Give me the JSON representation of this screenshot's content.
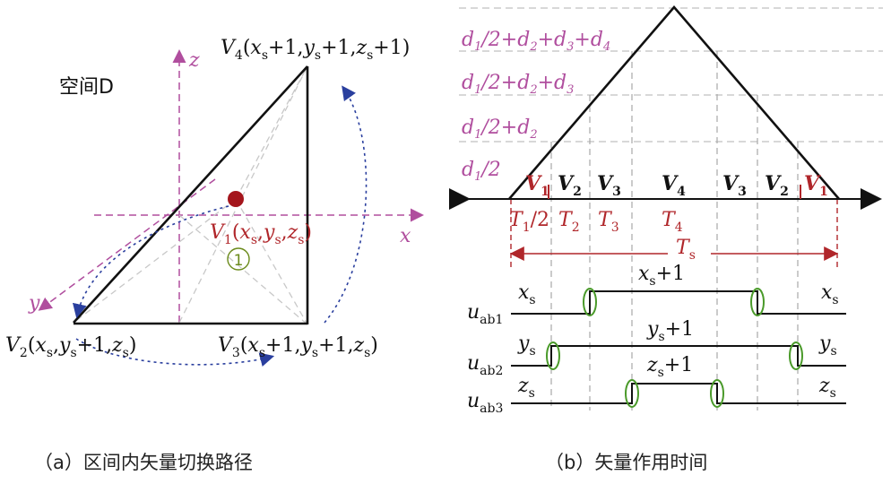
{
  "left": {
    "space_label": "空间D",
    "axes": {
      "x": "x",
      "y": "y",
      "z": "z"
    },
    "v4": "V4(xs+1,ys+1,zs+1)",
    "v1": "V1(xs,ys,zs)",
    "v2": "V2(xs,ys+1,zs)",
    "v3": "V3(xs+1,ys+1,zs)",
    "circled_one": "①",
    "caption": "（a）区间内矢量切换路径"
  },
  "right": {
    "levels": [
      "d1/2+d2+d3+d4",
      "d1/2+d2+d3",
      "d1/2+d2",
      "d1/2"
    ],
    "segments": [
      "V1",
      "V2",
      "V3",
      "V4",
      "V3",
      "V2",
      "V1"
    ],
    "time_labels": [
      "T1/2",
      "T2",
      "T3",
      "T4"
    ],
    "period": "Ts",
    "signals": [
      {
        "name": "uab1",
        "low": "xs",
        "high": "xs+1",
        "low_right": "xs"
      },
      {
        "name": "uab2",
        "low": "ys",
        "high": "ys+1",
        "low_right": "ys"
      },
      {
        "name": "uab3",
        "low": "zs",
        "high": "zs+1",
        "low_right": "zs"
      }
    ],
    "caption": "（b）矢量作用时间"
  },
  "colors": {
    "purple": "#b04e9e",
    "dark_red": "#b0262a",
    "blue_dotted": "#2a3f9e",
    "green_ellipse": "#4a9a2a"
  }
}
